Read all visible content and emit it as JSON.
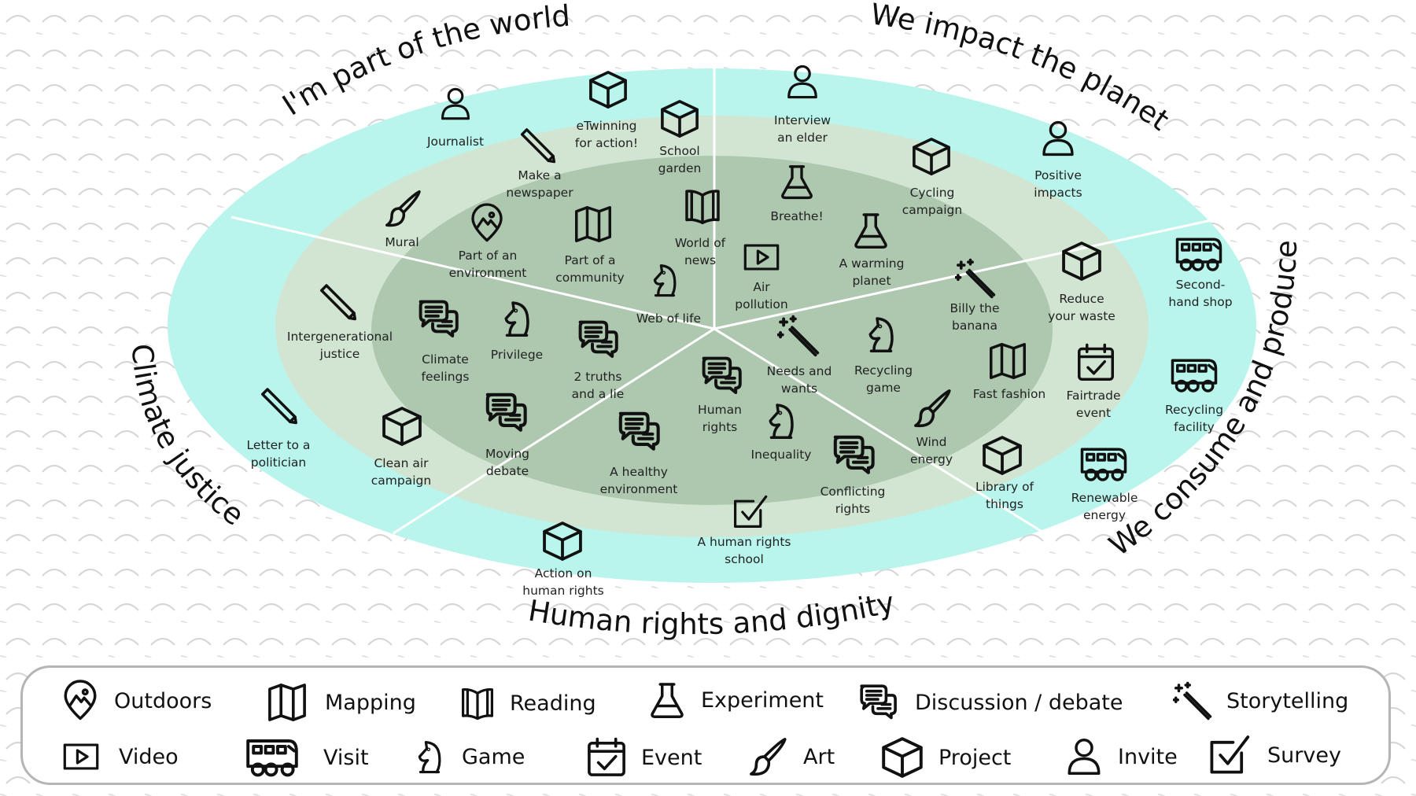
{
  "sections": {
    "world": "I'm part of the world",
    "planet": "We impact the planet",
    "consume": "We consume and produce",
    "rights": "Human rights and dignity",
    "climate": "Climate justice"
  },
  "activities": {
    "journalist": [
      "Journalist"
    ],
    "etwinning": [
      "eTwinning",
      "for action!"
    ],
    "school_garden": [
      "School",
      "garden"
    ],
    "make_newspaper": [
      "Make a",
      "newspaper"
    ],
    "mural": [
      "Mural"
    ],
    "part_environment": [
      "Part of an",
      "environment"
    ],
    "part_community": [
      "Part of a",
      "community"
    ],
    "world_news": [
      "World of",
      "news"
    ],
    "web_of_life": [
      "Web of life"
    ],
    "interview_elder": [
      "Interview",
      "an elder"
    ],
    "breathe": [
      "Breathe!"
    ],
    "cycling": [
      "Cycling",
      "campaign"
    ],
    "positive_impacts": [
      "Positive",
      "impacts"
    ],
    "warming_planet": [
      "A warming",
      "planet"
    ],
    "air_pollution": [
      "Air",
      "pollution"
    ],
    "billy_banana": [
      "Billy the",
      "banana"
    ],
    "reduce_waste": [
      "Reduce",
      "your waste"
    ],
    "second_hand": [
      "Second-",
      "hand shop"
    ],
    "recycling_game": [
      "Recycling",
      "game"
    ],
    "needs_wants": [
      "Needs and",
      "wants"
    ],
    "fast_fashion": [
      "Fast fashion"
    ],
    "fairtrade": [
      "Fairtrade",
      "event"
    ],
    "recycling_facility": [
      "Recycling",
      "facility"
    ],
    "wind_energy": [
      "Wind",
      "energy"
    ],
    "library_things": [
      "Library of",
      "things"
    ],
    "renewable_energy": [
      "Renewable",
      "energy"
    ],
    "intergenerational": [
      "Intergenerational",
      "justice"
    ],
    "climate_feelings": [
      "Climate",
      "feelings"
    ],
    "privilege": [
      "Privilege"
    ],
    "two_truths": [
      "2 truths",
      "and a lie"
    ],
    "human_rights": [
      "Human",
      "rights"
    ],
    "inequality": [
      "Inequality"
    ],
    "conflicting_rights": [
      "Conflicting",
      "rights"
    ],
    "letter_politician": [
      "Letter to a",
      "politician"
    ],
    "clean_air": [
      "Clean air",
      "campaign"
    ],
    "moving_debate": [
      "Moving",
      "debate"
    ],
    "healthy_env": [
      "A healthy",
      "environment"
    ],
    "hr_school": [
      "A human rights",
      "school"
    ],
    "action_hr": [
      "Action on",
      "human rights"
    ]
  },
  "legend": [
    {
      "icon": "pin-map-icon",
      "label": "Outdoors"
    },
    {
      "icon": "map-icon",
      "label": "Mapping"
    },
    {
      "icon": "book-icon",
      "label": "Reading"
    },
    {
      "icon": "flask-icon",
      "label": "Experiment"
    },
    {
      "icon": "speech-bubbles-icon",
      "label": "Discussion / debate"
    },
    {
      "icon": "magic-wand-icon",
      "label": "Storytelling"
    },
    {
      "icon": "video-play-icon",
      "label": "Video"
    },
    {
      "icon": "bus-icon",
      "label": "Visit"
    },
    {
      "icon": "chess-knight-icon",
      "label": "Game"
    },
    {
      "icon": "calendar-check-icon",
      "label": "Event"
    },
    {
      "icon": "paintbrush-icon",
      "label": "Art"
    },
    {
      "icon": "cube-icon",
      "label": "Project"
    },
    {
      "icon": "person-icon",
      "label": "Invite"
    },
    {
      "icon": "checkbox-icon",
      "label": "Survey"
    }
  ],
  "colors": {
    "outer_ring": "#b9f5ec",
    "middle_ring": "#d2e5d2",
    "inner_ring": "#aec8b0",
    "divider": "#ffffff",
    "background_pattern": "#d5d5d5",
    "legend_border": "#b5b5b5"
  }
}
